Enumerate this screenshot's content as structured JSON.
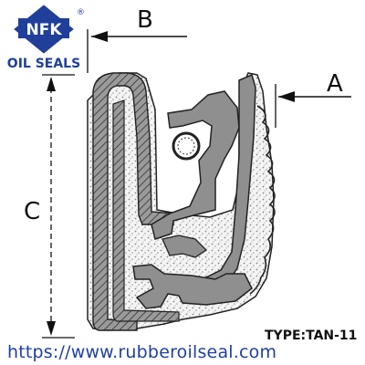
{
  "brand": {
    "logo_text": "NFK",
    "registered_mark": "®",
    "name": "OIL SEALS",
    "logo_color": "#1f3f9a",
    "name_color": "#1f3f9a"
  },
  "dimensions": {
    "a": "A",
    "b": "B",
    "c": "C"
  },
  "footer": {
    "url": "https://www.rubberoilseal.com",
    "type": "TYPE:TAN-11"
  },
  "colors": {
    "rubber": "#8f8f8f",
    "hatch": "#3a3a3a",
    "stipple": "#cfcfcf",
    "outline": "#222222",
    "url_color": "#1e3fa6"
  }
}
